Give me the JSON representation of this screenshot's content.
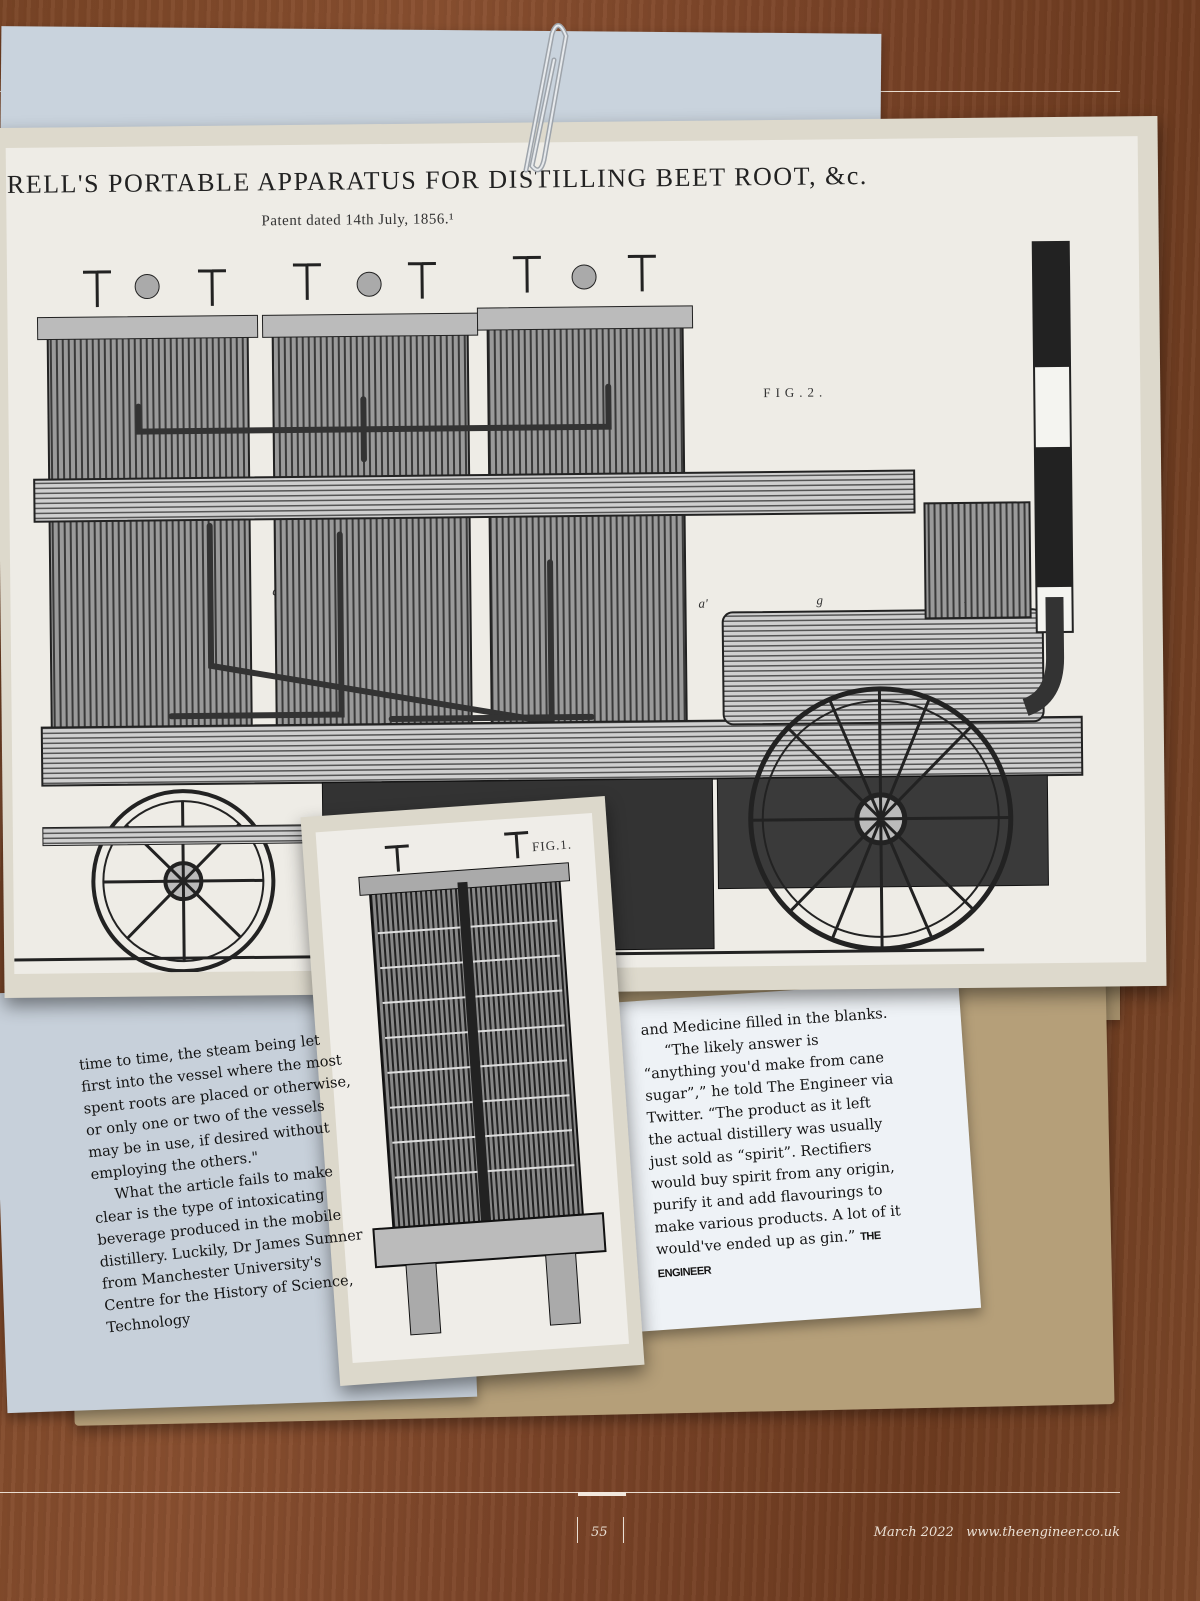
{
  "illustration": {
    "title": "RRELL'S PORTABLE APPARATUS FOR DISTILLING BEET ROOT, &c.",
    "subtitle": "Patent dated 14th July, 1856.¹",
    "fig2_label": "FIG.2.",
    "fig1_label": "FIG.1.",
    "callout_a_left": "a'",
    "callout_a_right": "a'",
    "callout_g": "g"
  },
  "article": {
    "left_column": [
      "time to time, the steam being let first into the vessel where the most spent roots are placed or otherwise, or only one or two of the vessels may be in use, if desired without employing the others.\"",
      "What the article fails to make clear is the type of intoxicating beverage produced in the mobile distillery. Luckily, Dr James Sumner from Manchester University's Centre for the History of Science, Technology"
    ],
    "right_column": [
      "and Medicine filled in the blanks.",
      "“The likely answer is “anything you'd make from cane sugar”,” he told The Engineer via Twitter. “The product as it left the actual distillery was usually just sold as “spirit”. Rectifiers would buy spirit from any origin, purify it and add flavourings to make various products. A lot of it would've ended up as gin.”"
    ],
    "end_mark": "THE ENGINEER"
  },
  "footer": {
    "page_number": "55",
    "issue": "March 2022",
    "url": "www.theengineer.co.uk"
  }
}
